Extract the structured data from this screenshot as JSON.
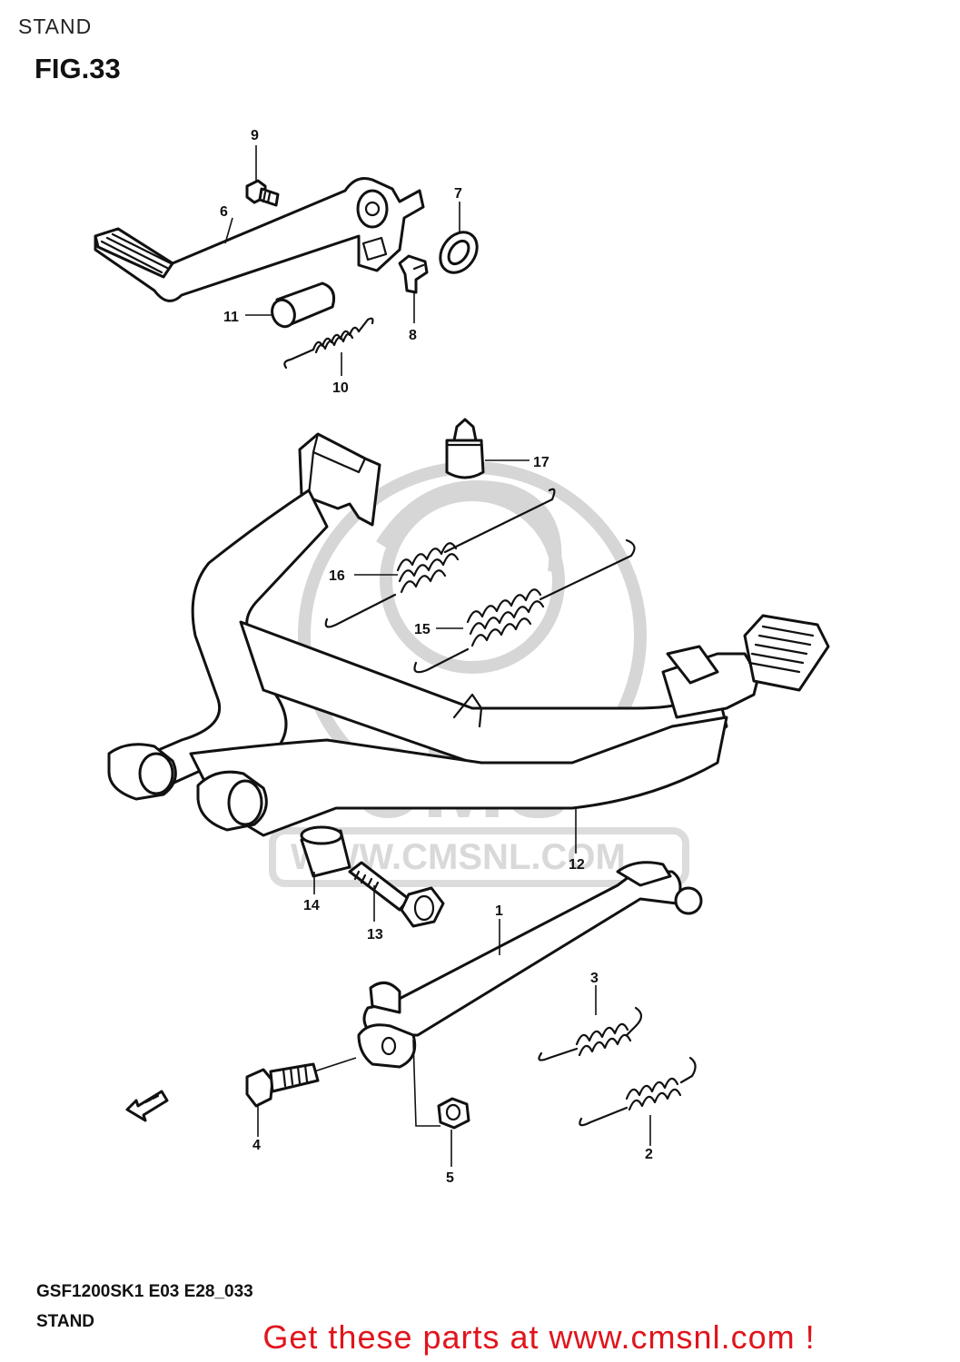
{
  "header": {
    "section": "STAND",
    "figure": "FIG.33"
  },
  "watermark": {
    "brand": "CMS",
    "url": "WWW.CMSNL.COM"
  },
  "footer": {
    "model_code": "GSF1200SK1 E03 E28_033",
    "section": "STAND"
  },
  "promo": {
    "text": "Get these parts at www.cmsnl.com !",
    "color": "#e0141c"
  },
  "labels": {
    "p1": "1",
    "p2": "2",
    "p3": "3",
    "p4": "4",
    "p5": "5",
    "p6": "6",
    "p7": "7",
    "p8": "8",
    "p9": "9",
    "p10": "10",
    "p11": "11",
    "p12": "12",
    "p13": "13",
    "p14": "14",
    "p15": "15",
    "p16": "16",
    "p17": "17"
  },
  "icons": {
    "direction": "fwd-arrow-icon"
  }
}
